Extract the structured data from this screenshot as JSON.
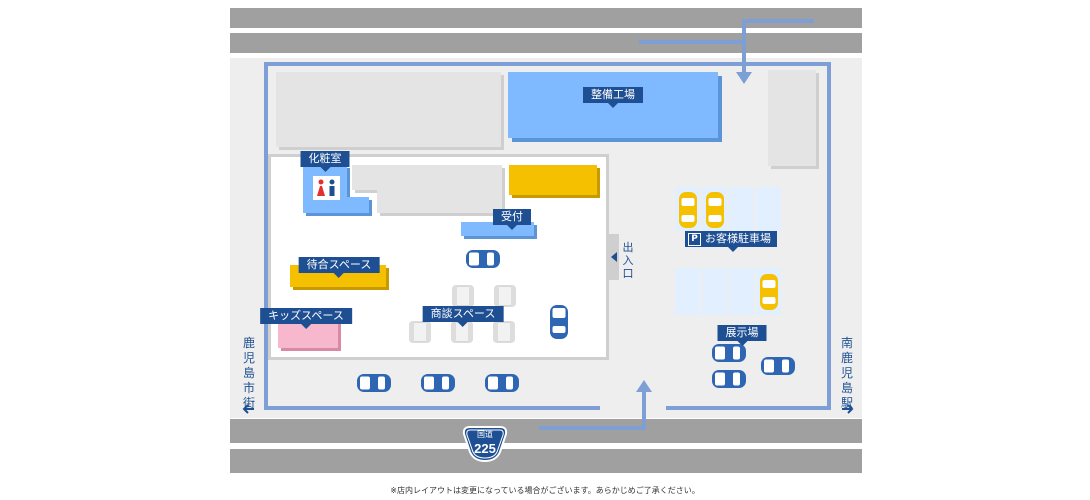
{
  "labels": {
    "maintenance": "整備工場",
    "restroom": "化粧室",
    "reception": "受付",
    "waiting": "待合スペース",
    "kids": "キッズスペース",
    "meeting": "商談スペース",
    "exit": "出入口",
    "parking_p": "P",
    "parking": "お客様駐車場",
    "showroom": "展示場",
    "left_direction": "鹿児島市街",
    "right_direction": "南鹿児島駅",
    "route_label": "国道",
    "route_number": "225",
    "footnote": "※店内レイアウトは変更になっている場合がございます。あらかじめご了承ください。"
  },
  "colors": {
    "road": "#a0a0a0",
    "lot": "#eeeeee",
    "building": "#e6e6e6",
    "route_blue": "#7e9fd6",
    "label_navy": "#1e4f93",
    "workshop_blue": "#7fb9ff",
    "yellow": "#f5c000",
    "kids_pink": "#f7b7cc",
    "parking_slot": "#e2efff"
  }
}
